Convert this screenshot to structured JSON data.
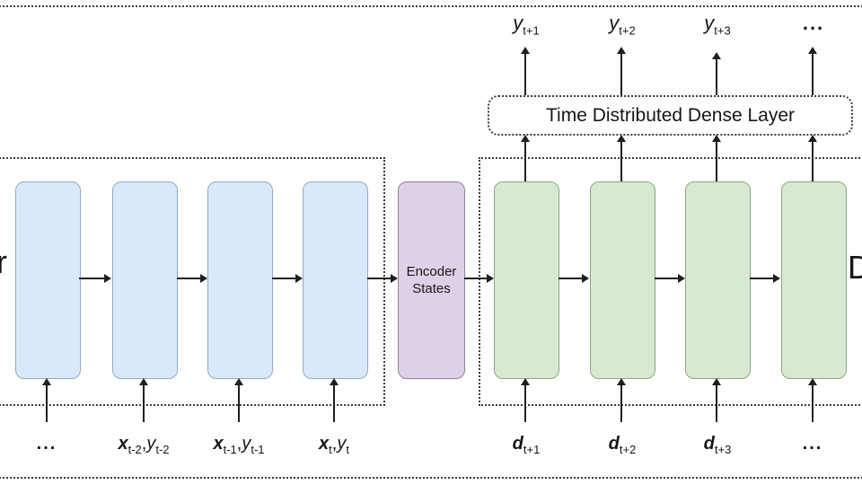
{
  "colors": {
    "encoder_cell_fill": "#d9e8fb",
    "encoder_cell_border": "#8fa9c7",
    "decoder_cell_fill": "#d9e8d2",
    "decoder_cell_border": "#8aa87e",
    "states_fill": "#ded1e7",
    "states_border": "#93809f",
    "line": "#1f1f1f"
  },
  "dense_layer_label": "Time Distributed Dense Layer",
  "encoder_states": {
    "line1": "Encoder",
    "line2": "States"
  },
  "encoder_partial_label": "r",
  "decoder_partial_label": "D",
  "top_outputs": [
    {
      "base": "y",
      "sub": "t+1"
    },
    {
      "base": "y",
      "sub": "t+2"
    },
    {
      "base": "y",
      "sub": "t+3"
    },
    {
      "dots": "..."
    }
  ],
  "encoder_inputs": {
    "dots": "...",
    "items": [
      {
        "b1": "x",
        "s1": "t-2",
        "sep": ",",
        "b2": "y",
        "s2": "t-2"
      },
      {
        "b1": "x",
        "s1": "t-1",
        "sep": ",",
        "b2": "y",
        "s2": "t-1"
      },
      {
        "b1": "x",
        "s1": "t",
        "sep": ",",
        "b2": "y",
        "s2": "t"
      }
    ]
  },
  "decoder_inputs": {
    "items": [
      {
        "base": "d",
        "sub": "t+1"
      },
      {
        "base": "d",
        "sub": "t+2"
      },
      {
        "base": "d",
        "sub": "t+3"
      }
    ],
    "dots": "..."
  }
}
